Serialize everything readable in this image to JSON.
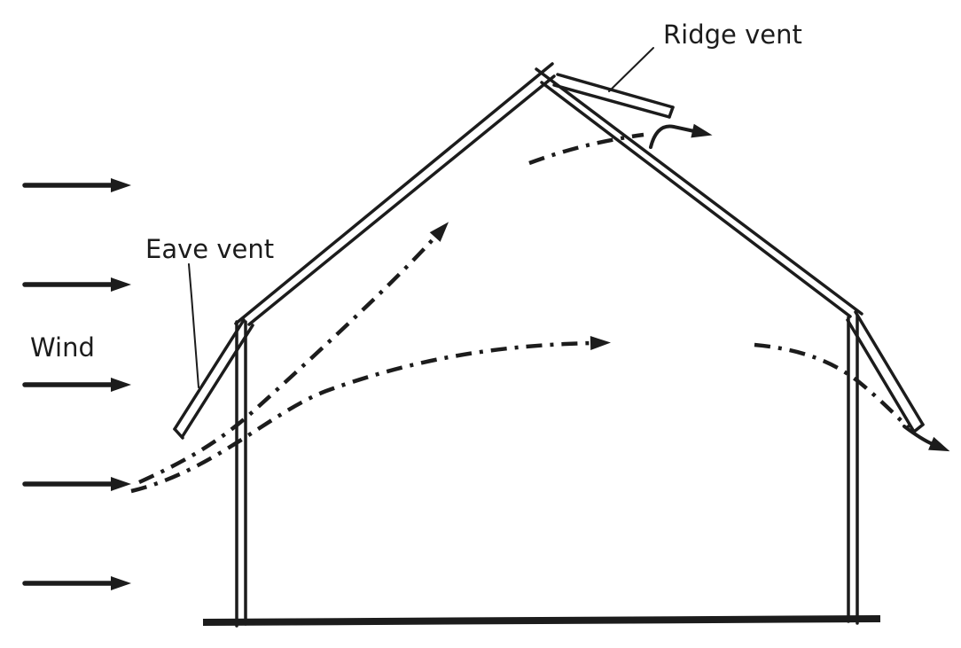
{
  "diagram": {
    "labels": {
      "wind": "Wind",
      "eave_vent": "Eave vent",
      "ridge_vent": "Ridge vent"
    },
    "colors": {
      "ink": "#1c1c1c",
      "background": "#ffffff"
    },
    "wind_arrows": 5,
    "airflow_line_style": "dash-dot"
  }
}
